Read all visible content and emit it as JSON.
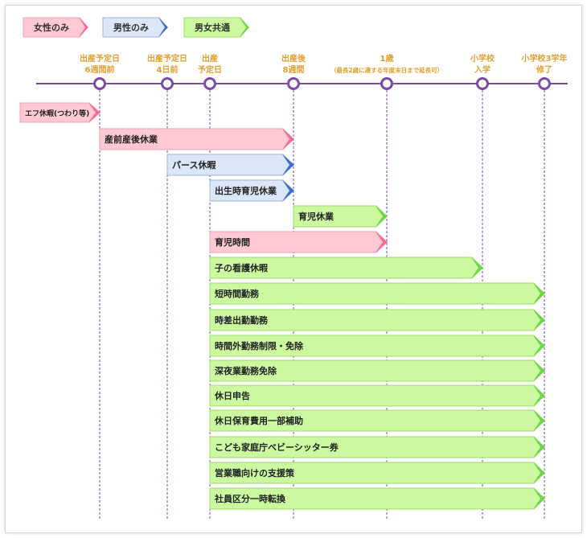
{
  "legend": [
    {
      "label": "女性のみ",
      "kind": "female"
    },
    {
      "label": "男性のみ",
      "kind": "male"
    },
    {
      "label": "男女共通",
      "kind": "both"
    }
  ],
  "milestones": [
    {
      "id": "m1",
      "lines": [
        "出産予定日",
        "6週間前"
      ]
    },
    {
      "id": "m2",
      "lines": [
        "出産予定日",
        "4日前"
      ]
    },
    {
      "id": "m3",
      "lines": [
        "出産",
        "予定日"
      ]
    },
    {
      "id": "m4",
      "lines": [
        "出産後",
        "8週間"
      ]
    },
    {
      "id": "m5",
      "lines": [
        "1歳",
        "（最長2歳に達する年度末日まで延長可）"
      ]
    },
    {
      "id": "m6",
      "lines": [
        "小学校",
        "入学"
      ]
    },
    {
      "id": "m7",
      "lines": [
        "小学校3学年",
        "修了"
      ]
    }
  ],
  "bars": [
    {
      "label": "エフ休暇(つわり等)",
      "kind": "female",
      "start": "start",
      "end": "m1",
      "small": true
    },
    {
      "label": "産前産後休業",
      "kind": "female",
      "start": "m1",
      "end": "m4"
    },
    {
      "label": "パース休暇",
      "kind": "male",
      "start": "m2",
      "end": "m4"
    },
    {
      "label": "出生時育児休業",
      "kind": "male",
      "start": "m3",
      "end": "m4"
    },
    {
      "label": "育児休業",
      "kind": "both",
      "start": "m4",
      "end": "m5"
    },
    {
      "label": "育児時間",
      "kind": "female",
      "start": "m3",
      "end": "m5"
    },
    {
      "label": "子の看護休暇",
      "kind": "both",
      "start": "m3",
      "end": "m6"
    },
    {
      "label": "短時間勤務",
      "kind": "both",
      "start": "m3",
      "end": "m7"
    },
    {
      "label": "時差出勤勤務",
      "kind": "both",
      "start": "m3",
      "end": "m7"
    },
    {
      "label": "時間外勤務制限・免除",
      "kind": "both",
      "start": "m3",
      "end": "m7"
    },
    {
      "label": "深夜業勤務免除",
      "kind": "both",
      "start": "m3",
      "end": "m7"
    },
    {
      "label": "休日申告",
      "kind": "both",
      "start": "m3",
      "end": "m7"
    },
    {
      "label": "休日保育費用一部補助",
      "kind": "both",
      "start": "m3",
      "end": "m7"
    },
    {
      "label": "こども家庭庁ベビーシッター券",
      "kind": "both",
      "start": "m3",
      "end": "m7"
    },
    {
      "label": "営業職向けの支援策",
      "kind": "both",
      "start": "m3",
      "end": "m7"
    },
    {
      "label": "社員区分一時転換",
      "kind": "both",
      "start": "m3",
      "end": "m7"
    }
  ],
  "colors": {
    "female": {
      "fill": "#ffc9d4",
      "stroke": "#f0a0b4",
      "tip": "#f76b95"
    },
    "male": {
      "fill": "#dbe6f6",
      "stroke": "#9fb3d8",
      "tip": "#3a6fcc"
    },
    "both": {
      "fill": "#ccf9a0",
      "stroke": "#9fdb6c",
      "tip": "#6cd846"
    },
    "axis": "#7b4aa3",
    "milestone_text": "#e0a030"
  }
}
